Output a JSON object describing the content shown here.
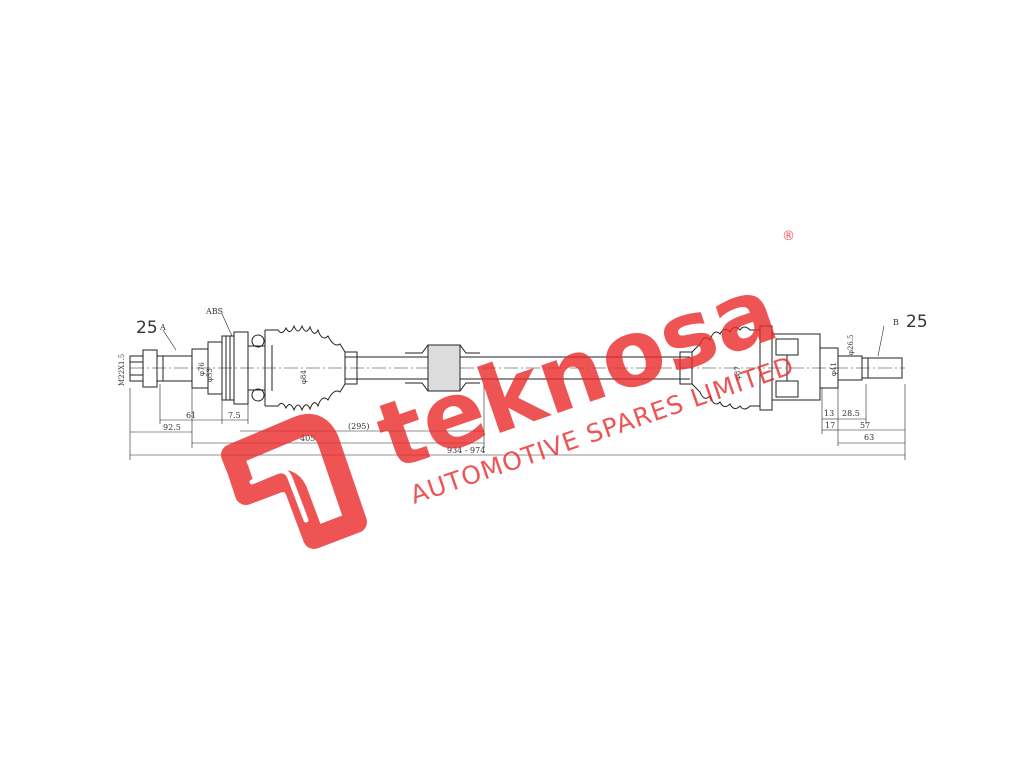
{
  "diagram": {
    "end_labels": {
      "left_number": "25",
      "left_letter": "A",
      "right_number": "25",
      "right_letter": "B"
    },
    "abs_label": "ABS",
    "thread_label": "M22X1.5",
    "diameters": {
      "left_outer": "φ76",
      "left_seat": "φ53",
      "left_boot": "φ84",
      "right_boot": "φ87",
      "right_joint": "φ41",
      "right_stub": "φ26.5"
    },
    "dimensions": {
      "left_61": "61",
      "left_7_5": "7.5",
      "left_92_5": "92.5",
      "mid_295": "(295)",
      "mid_405": "405",
      "total": "934 - 974",
      "right_13": "13",
      "right_28_5": "28.5",
      "right_17": "17",
      "right_57": "57",
      "right_63": "63"
    }
  },
  "watermark": {
    "brand": "teknosa",
    "tagline": "AUTOMOTIVE SPARES LIMITED",
    "registered": "®",
    "color": "#ec2a2a"
  }
}
